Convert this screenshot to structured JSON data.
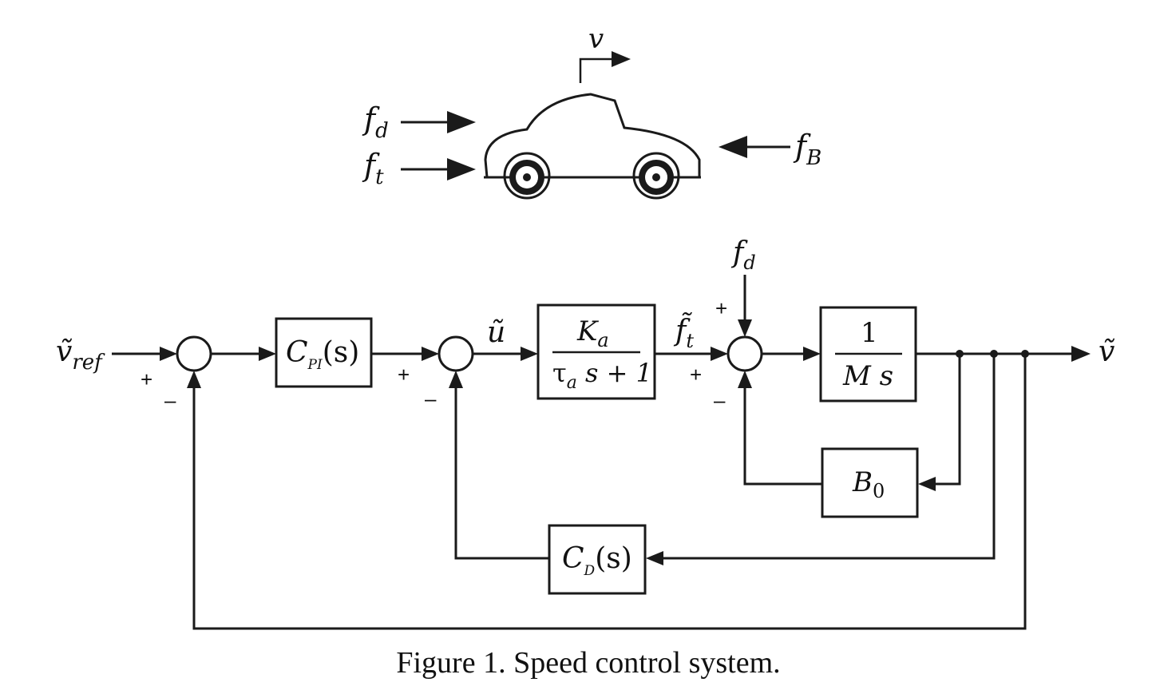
{
  "caption": "Figure 1.  Speed control system.",
  "car": {
    "velocity_label": "v",
    "force_d_main": "f",
    "force_d_sub": "d",
    "force_t_main": "f",
    "force_t_sub": "t",
    "force_b_main": "f",
    "force_b_sub": "B"
  },
  "signals": {
    "ref_main": "ṽ",
    "ref_sub": "ref",
    "u": "ũ",
    "ft_main": "f̃",
    "ft_sub": "t",
    "fd_main": "f",
    "fd_sub": "d",
    "output": "ṽ"
  },
  "blocks": {
    "cpi_c": "C",
    "cpi_sub": "PI",
    "cpi_arg": "(s)",
    "actuator_num_main": "K",
    "actuator_num_sub": "a",
    "actuator_den_tau": "τ",
    "actuator_den_sub": "a",
    "actuator_den_rest": " s + 1",
    "plant_num": "1",
    "plant_den": "M s",
    "b0_main": "B",
    "b0_sub": "0",
    "cd_c": "C",
    "cd_sub": "D",
    "cd_arg": "(s)"
  },
  "signs": {
    "sum1_plus": "+",
    "sum1_minus": "–",
    "sum2_plus": "+",
    "sum2_minus": "–",
    "sum3_plus_left": "+",
    "sum3_plus_top": "+",
    "sum3_minus": "–"
  }
}
